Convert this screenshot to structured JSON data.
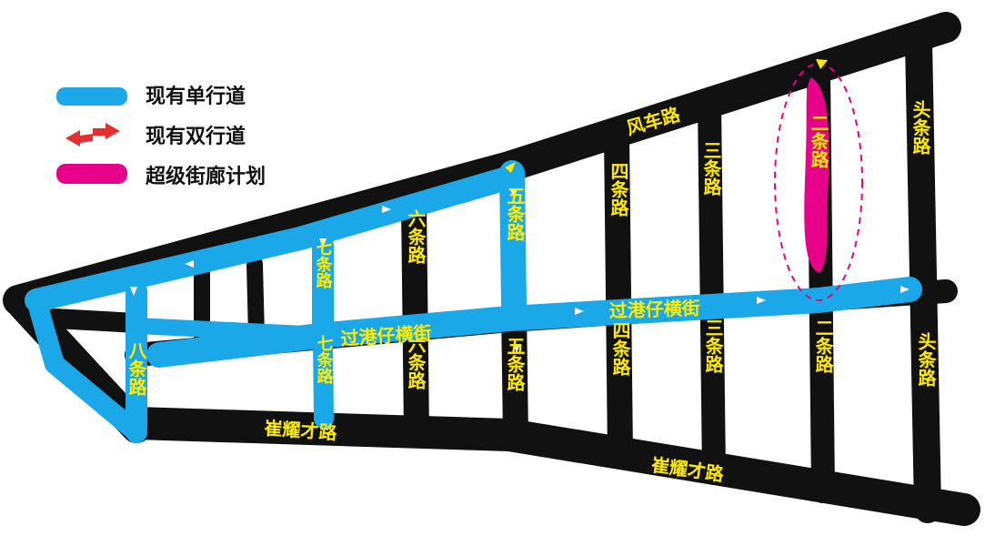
{
  "legend": {
    "one_way": "现有单行道",
    "two_way": "现有双行道",
    "corridor": "超级街廊计划"
  },
  "colors": {
    "black_road": "#111111",
    "one_way_blue": "#1ba8e8",
    "corridor_magenta": "#e6008a",
    "label_yellow": "#ffeb00",
    "arrow_red": "#e62e2e"
  },
  "roads": {
    "fengche": "风车路",
    "cuiyaocai_left": "崔耀才路",
    "cuiyaocai_right": "崔耀才路",
    "guogang_left": "过港仔横街",
    "guogang_right": "过港仔横街",
    "toutiao_top": "头条路",
    "toutiao_bottom": "头条路",
    "ertiao_top": "二条路",
    "ertiao_bottom": "二条路",
    "santiao_top": "三条路",
    "santiao_bottom": "三条路",
    "sitiao_top": "四条路",
    "sitiao_bottom": "四条路",
    "wutiao_top": "五条路",
    "wutiao_bottom": "五条路",
    "liutiao_top": "六条路",
    "liutiao_bottom": "六条路",
    "qitiao_top": "七条路",
    "qitiao_bottom": "七条路",
    "batiao": "八条路"
  }
}
